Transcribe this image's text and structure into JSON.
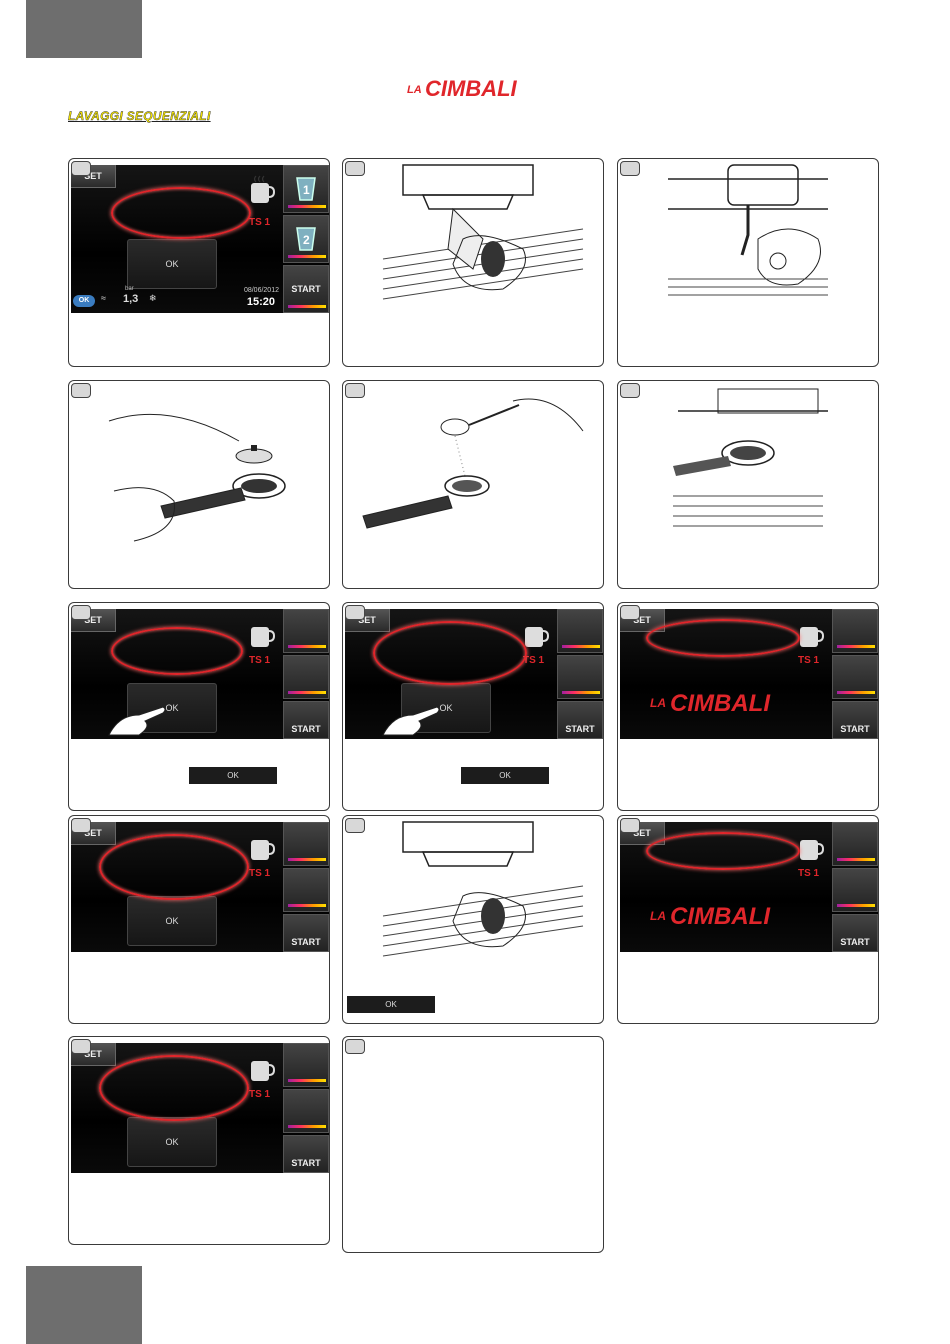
{
  "page": {
    "brand": "LA CIMBALI",
    "brand_prefix": "LA",
    "brand_main": "CIMBALI",
    "section_title": "LAVAGGI SEQUENZIALI"
  },
  "screen": {
    "set_label": "SET",
    "ts_label": "TS 1",
    "ok_label": "OK",
    "start_label": "START",
    "pitcher1_num": "1",
    "pitcher2_num": "2",
    "status_ok": "OK",
    "bar_value": "1,3",
    "bar_unit": "bar",
    "date": "08/06/2012",
    "time": "15:20"
  },
  "ok_tag_label": "OK",
  "colors": {
    "accent_red": "#e0262b",
    "section_title_yellow": "#f2e200",
    "screen_bg": "#000000",
    "corner_grey": "#6e6e6e"
  }
}
